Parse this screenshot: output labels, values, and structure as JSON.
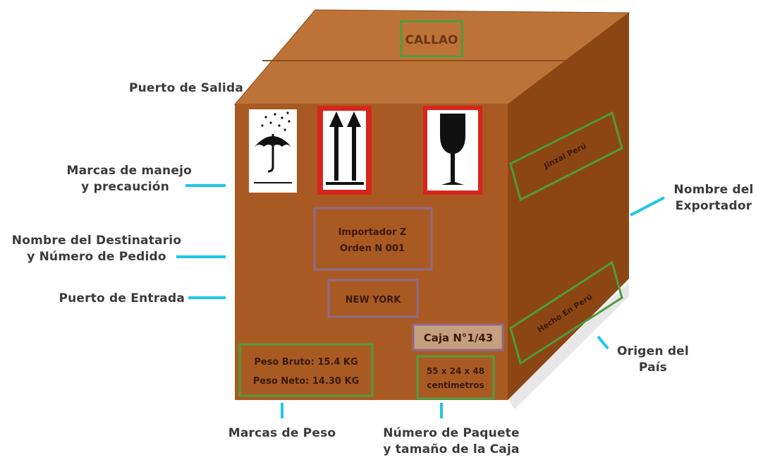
{
  "box": {
    "top_port": "CALLAO",
    "consignee": {
      "line1": "Importador Z",
      "line2": "Orden N 001"
    },
    "entry_port": "NEW YORK",
    "package_number": "Caja N°1/43",
    "dimensions": {
      "line1": "55 x 24 x 48",
      "line2": "centimetros"
    },
    "weight": {
      "gross": "Peso Bruto: 15.4 KG",
      "net": "Peso Neto: 14.30 KG"
    },
    "exporter": "Jinzai Perú",
    "origin": "Hecho En Perú"
  },
  "labels": {
    "salida": "Puerto de Salida",
    "manejo": [
      "Marcas de manejo",
      "y precaución"
    ],
    "destinatario": [
      "Nombre del Destinatario",
      "y Número de Pedido"
    ],
    "entrada": "Puerto de Entrada",
    "exportador": [
      "Nombre del",
      "Exportador"
    ],
    "origen": [
      "Origen del",
      "País"
    ],
    "peso": "Marcas de Peso",
    "paquete": [
      "Número de Paquete",
      "y tamaño de la Caja"
    ]
  },
  "colors": {
    "box_front": "#a95a23",
    "box_top": "#bd7337",
    "box_side": "#8c4613",
    "highlight_green": "#4e9c3d",
    "highlight_purple": "#8e6a8c",
    "callout_cyan": "#1fc6ea",
    "symbol_border_red": "#d8251c"
  },
  "icons": [
    "umbrella-keep-dry-icon",
    "this-way-up-arrows-icon",
    "fragile-glass-icon"
  ]
}
